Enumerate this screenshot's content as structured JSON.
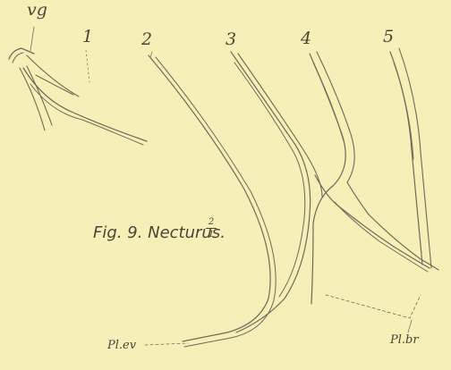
{
  "figure": {
    "caption": "Fig. 9. Necturus.",
    "scale_numerator": "2",
    "scale_denominator": "1"
  },
  "labels": {
    "vg": "vg",
    "vessel_1": "1",
    "vessel_2": "2",
    "vessel_3": "3",
    "vessel_4": "4",
    "vessel_5": "5",
    "pl_ev": "Pl.ev",
    "pl_br": "Pl.br"
  }
}
